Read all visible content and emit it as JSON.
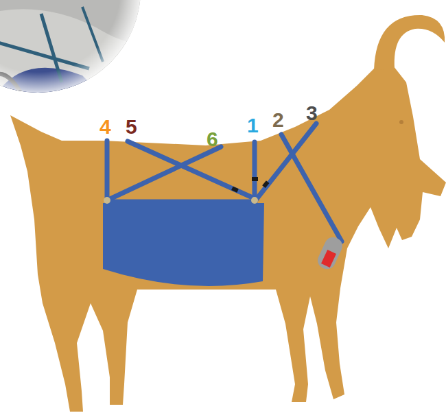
{
  "diagram": {
    "labels": [
      "4",
      "5",
      "6",
      "1",
      "2",
      "3"
    ]
  }
}
